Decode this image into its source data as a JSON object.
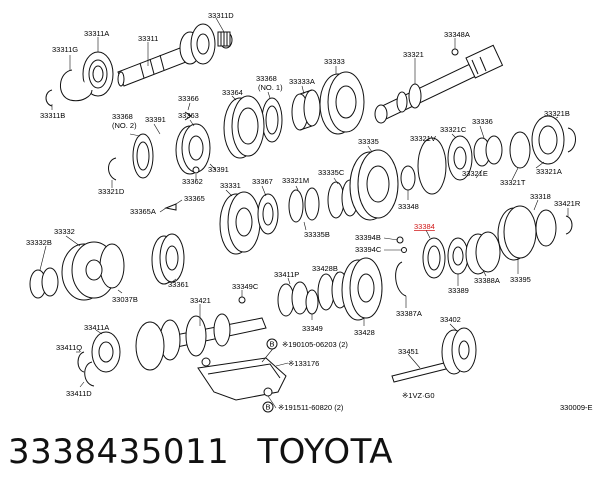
{
  "diagram": {
    "part_labels": [
      {
        "id": "33311D",
        "text": "33311D",
        "hl": false
      },
      {
        "id": "33311A",
        "text": "33311A",
        "hl": false
      },
      {
        "id": "33311",
        "text": "33311",
        "hl": false
      },
      {
        "id": "33311G",
        "text": "33311G",
        "hl": false
      },
      {
        "id": "33311B",
        "text": "33311B",
        "hl": false
      },
      {
        "id": "33333",
        "text": "33333",
        "hl": false
      },
      {
        "id": "33348A",
        "text": "33348A",
        "hl": false
      },
      {
        "id": "33321",
        "text": "33321",
        "hl": false
      },
      {
        "id": "33368a",
        "text": "33368",
        "hl": false
      },
      {
        "id": "no1",
        "text": "(NO. 1)",
        "hl": false
      },
      {
        "id": "33333A",
        "text": "33333A",
        "hl": false
      },
      {
        "id": "33366",
        "text": "33366",
        "hl": false
      },
      {
        "id": "33364",
        "text": "33364",
        "hl": false
      },
      {
        "id": "33368b",
        "text": "33368",
        "hl": false
      },
      {
        "id": "no2",
        "text": "(NO. 2)",
        "hl": false
      },
      {
        "id": "33391a",
        "text": "33391",
        "hl": false
      },
      {
        "id": "33363",
        "text": "33363",
        "hl": false
      },
      {
        "id": "33335",
        "text": "33335",
        "hl": false
      },
      {
        "id": "33321V",
        "text": "33321V",
        "hl": false
      },
      {
        "id": "33321C",
        "text": "33321C",
        "hl": false
      },
      {
        "id": "33336",
        "text": "33336",
        "hl": false
      },
      {
        "id": "33321B",
        "text": "33321B",
        "hl": false
      },
      {
        "id": "33391b",
        "text": "33391",
        "hl": false
      },
      {
        "id": "33362",
        "text": "33362",
        "hl": false
      },
      {
        "id": "33331",
        "text": "33331",
        "hl": false
      },
      {
        "id": "33367",
        "text": "33367",
        "hl": false
      },
      {
        "id": "33321M",
        "text": "33321M",
        "hl": false
      },
      {
        "id": "33335C",
        "text": "33335C",
        "hl": false
      },
      {
        "id": "33321E",
        "text": "33321E",
        "hl": false
      },
      {
        "id": "33321A",
        "text": "33321A",
        "hl": false
      },
      {
        "id": "33321T",
        "text": "33321T",
        "hl": false
      },
      {
        "id": "33321D",
        "text": "33321D",
        "hl": false
      },
      {
        "id": "33365",
        "text": "33365",
        "hl": false
      },
      {
        "id": "33365A",
        "text": "33365A",
        "hl": false
      },
      {
        "id": "33348",
        "text": "33348",
        "hl": false
      },
      {
        "id": "33318",
        "text": "33318",
        "hl": false
      },
      {
        "id": "33421R",
        "text": "33421R",
        "hl": false
      },
      {
        "id": "33384",
        "text": "33384",
        "hl": true
      },
      {
        "id": "33335B",
        "text": "33335B",
        "hl": false
      },
      {
        "id": "33332",
        "text": "33332",
        "hl": false
      },
      {
        "id": "33332B",
        "text": "33332B",
        "hl": false
      },
      {
        "id": "33394B",
        "text": "33394B",
        "hl": false
      },
      {
        "id": "33394C",
        "text": "33394C",
        "hl": false
      },
      {
        "id": "33411P",
        "text": "33411P",
        "hl": false
      },
      {
        "id": "33428B",
        "text": "33428B",
        "hl": false
      },
      {
        "id": "33361",
        "text": "33361",
        "hl": false
      },
      {
        "id": "33349C",
        "text": "33349C",
        "hl": false
      },
      {
        "id": "33389",
        "text": "33389",
        "hl": false
      },
      {
        "id": "33388A",
        "text": "33388A",
        "hl": false
      },
      {
        "id": "33395",
        "text": "33395",
        "hl": false
      },
      {
        "id": "33037B",
        "text": "33037B",
        "hl": false
      },
      {
        "id": "33421",
        "text": "33421",
        "hl": false
      },
      {
        "id": "33349",
        "text": "33349",
        "hl": false
      },
      {
        "id": "33428",
        "text": "33428",
        "hl": false
      },
      {
        "id": "33387A",
        "text": "33387A",
        "hl": false
      },
      {
        "id": "33402",
        "text": "33402",
        "hl": false
      },
      {
        "id": "33411A",
        "text": "33411A",
        "hl": false
      },
      {
        "id": "33411Q",
        "text": "33411Q",
        "hl": false
      },
      {
        "id": "33411D",
        "text": "33411D",
        "hl": false
      },
      {
        "id": "ref1",
        "text": "※190105-06203 (2)",
        "hl": false
      },
      {
        "id": "ref2",
        "text": "※133176",
        "hl": false
      },
      {
        "id": "ref3",
        "text": "※191511-60820 (2)",
        "hl": false
      },
      {
        "id": "33451",
        "text": "33451",
        "hl": false
      },
      {
        "id": "note",
        "text": "※1VZ·G0",
        "hl": false
      },
      {
        "id": "code",
        "text": "330009-E",
        "hl": false
      },
      {
        "id": "B1",
        "text": "B",
        "hl": false
      },
      {
        "id": "B2",
        "text": "B",
        "hl": false
      }
    ]
  },
  "caption": {
    "part_number": "3338435011",
    "brand": "TOYOTA"
  }
}
